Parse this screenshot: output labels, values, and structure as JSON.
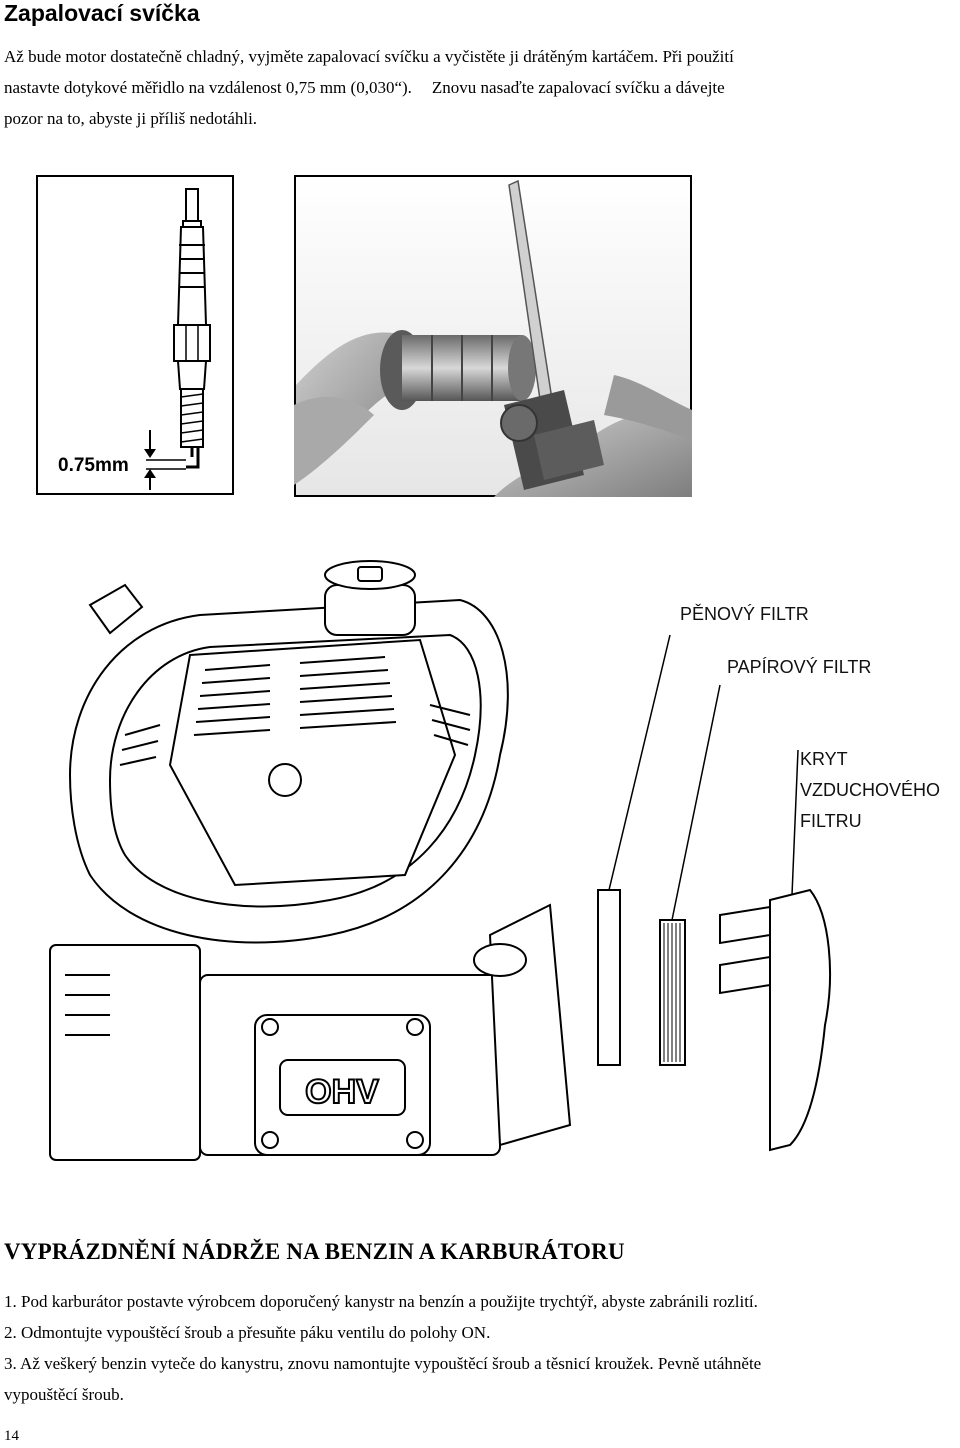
{
  "heading": "Zapalovací svíčka",
  "intro": {
    "line1": "Až bude motor dostatečně chladný, vyjměte zapalovací svíčku a vyčistěte ji drátěným kartáčem. Při použití",
    "line2a": "nastavte dotykové měřidlo na vzdálenost 0,75 mm (0,030“).",
    "line2b": "Znovu nasaďte zapalovací svíčku a dávejte",
    "line3": "pozor na to, abyste ji příliš nedotáhli."
  },
  "figure1": {
    "gap_label": "0.75mm"
  },
  "figure2": {
    "engine_badge": "OHV",
    "labels": {
      "foam_filter": "PĚNOVÝ FILTR",
      "paper_filter": "PAPÍROVÝ FILTR",
      "cover_line1": "KRYT",
      "cover_line2": "VZDUCHOVÉHO",
      "cover_line3": "FILTRU"
    }
  },
  "section2": {
    "heading": "VYPRÁZDNĚNÍ NÁDRŽE NA BENZIN A KARBURÁTORU",
    "step1": "1. Pod karburátor postavte výrobcem doporučený kanystr na benzín a použijte trychtýř, abyste zabránili rozlití.",
    "step2": "2. Odmontujte vypouštěcí šroub a přesuňte páku ventilu do polohy ON.",
    "step3a": "3. Až veškerý benzin vyteče do kanystru, znovu namontujte vypouštěcí šroub a těsnicí kroužek. Pevně utáhněte",
    "step3b": "vypouštěcí šroub."
  },
  "page_number": "14"
}
